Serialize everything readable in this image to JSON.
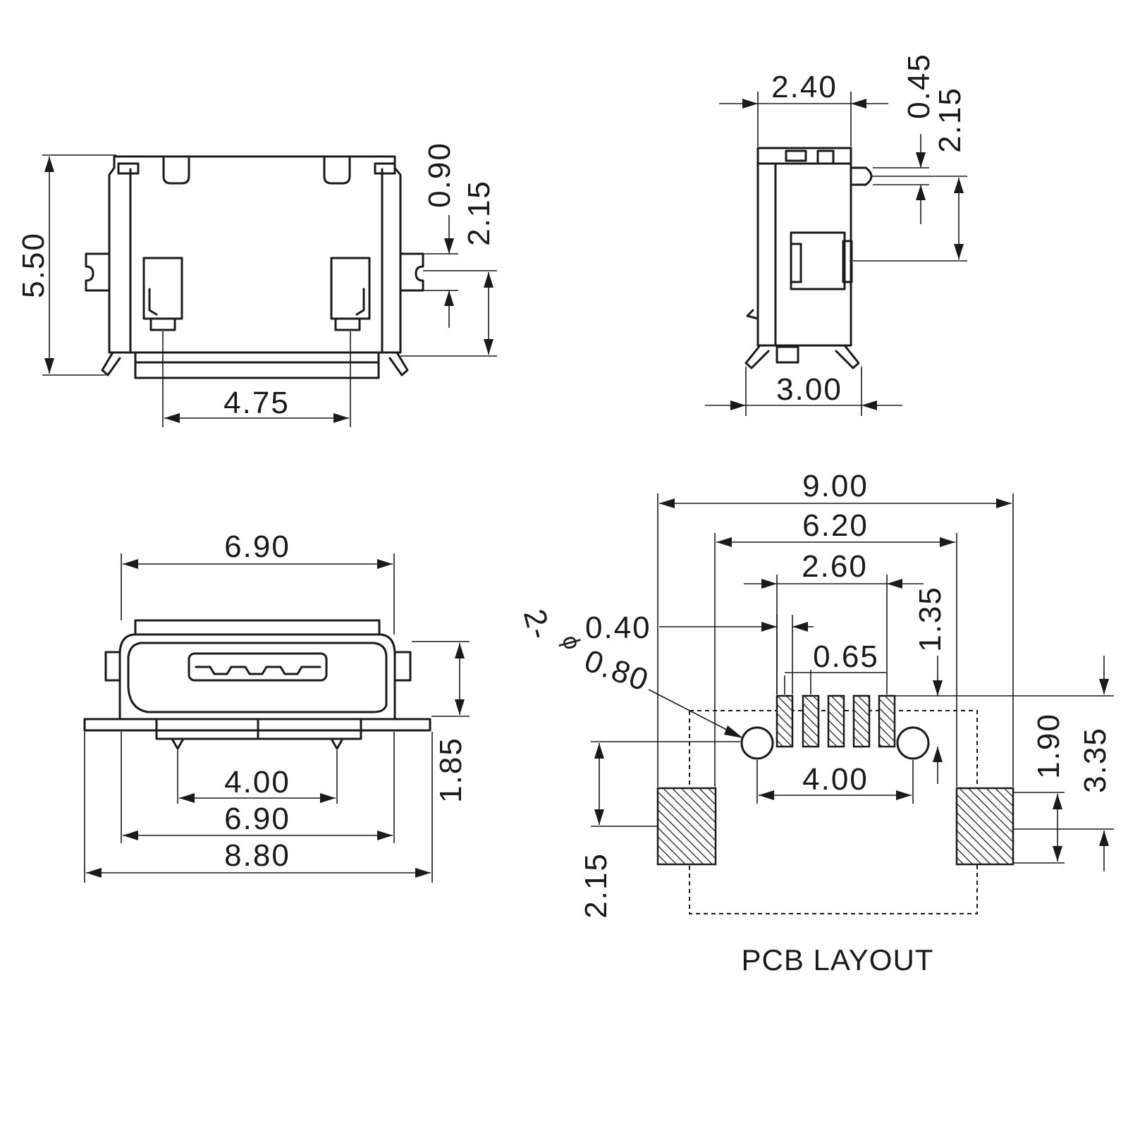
{
  "top_view": {
    "height": "5.50",
    "slot_gap": "0.90",
    "slot_height": "2.15",
    "pad_pitch": "4.75"
  },
  "side_view": {
    "width": "2.40",
    "pin_offset": "0.45",
    "pin_height": "2.15",
    "foot_span": "3.00"
  },
  "front_view": {
    "body_width": "6.90",
    "post_pitch": "4.00",
    "shell_width": "6.90",
    "overall_width": "8.80",
    "height": "1.85"
  },
  "pcb_layout": {
    "caption": "PCB LAYOUT",
    "overall_width": "9.00",
    "inner_span": "6.20",
    "signal_span": "2.60",
    "pad_width": "0.40",
    "pad_pitch": "0.65",
    "hole_note_qty": "2-",
    "hole_note_symbol": "ϕ",
    "hole_note_dia": "0.80",
    "pad_length": "1.35",
    "hole_pitch": "4.00",
    "anchor_to_hole": "1.90",
    "anchor_to_pads": "3.35",
    "anchor_pad_height": "2.15"
  }
}
